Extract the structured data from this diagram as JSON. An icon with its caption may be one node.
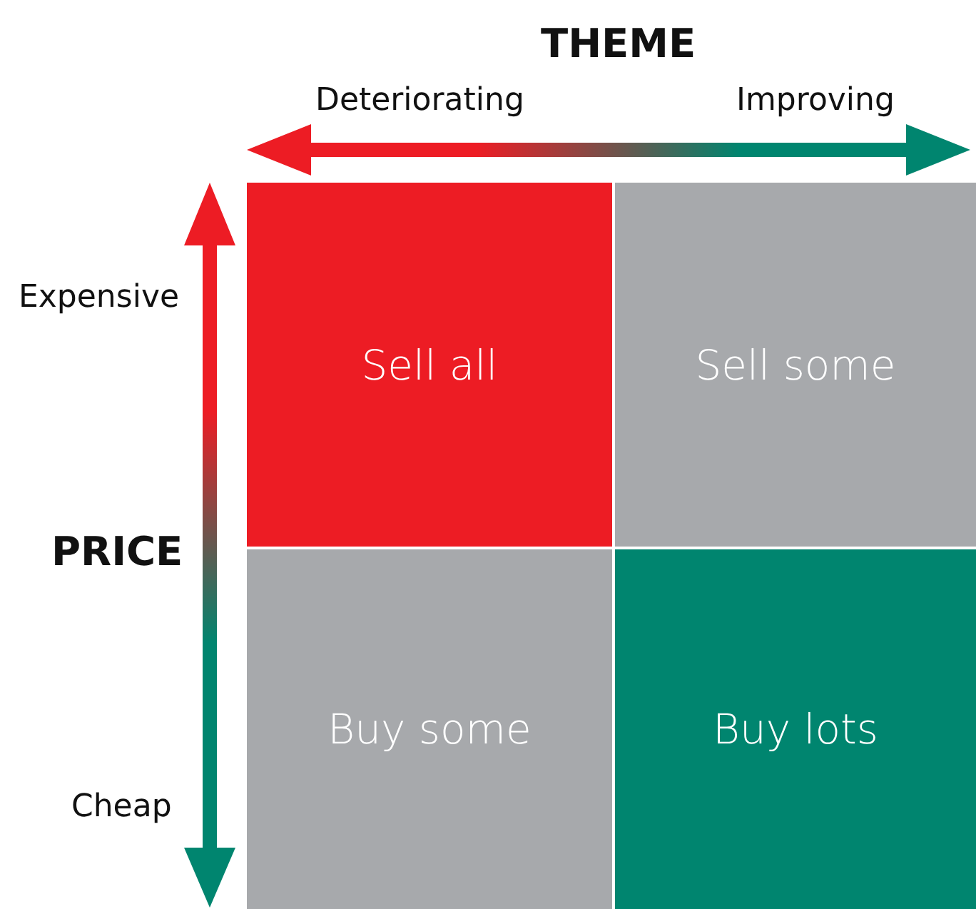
{
  "diagram": {
    "nodes": [
      {
        "text": [
          "Sell all"
        ]
      },
      {
        "text": [
          "Sell some"
        ]
      },
      {
        "text": [
          "Buy some"
        ]
      },
      {
        "text": [
          "Buy lots"
        ]
      }
    ],
    "labels": [
      "THEME",
      "Deteriorating",
      "Improving",
      "Expensive",
      "PRICE",
      "Cheap"
    ]
  }
}
